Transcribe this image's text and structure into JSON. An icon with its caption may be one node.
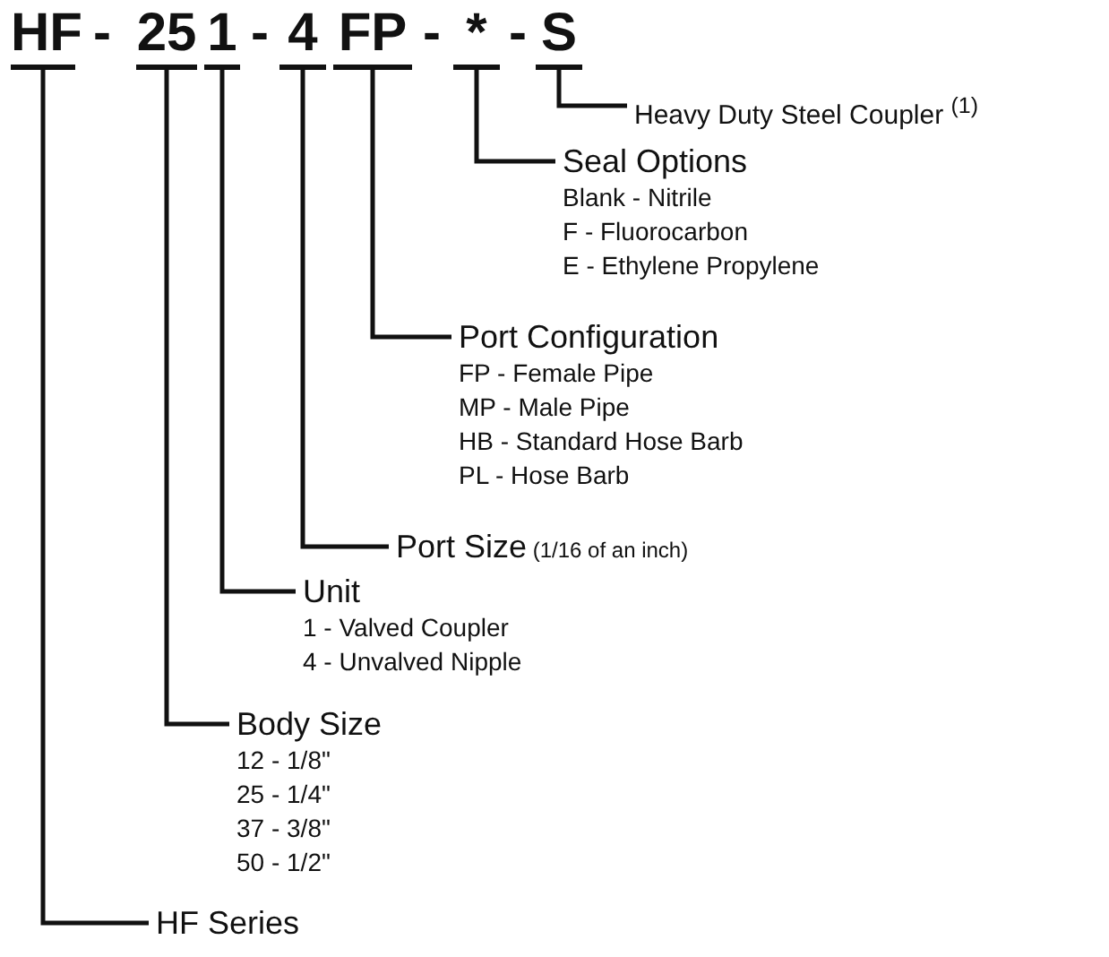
{
  "diagram": {
    "nodes": [
      {
        "text": [
          "HF"
        ]
      },
      {
        "text": [
          "25"
        ]
      },
      {
        "text": [
          "1"
        ]
      },
      {
        "text": [
          "4"
        ]
      },
      {
        "text": [
          "FP"
        ]
      },
      {
        "text": [
          "*"
        ]
      },
      {
        "text": [
          "S"
        ]
      },
      {
        "text": [
          "Heavy Duty Steel Coupler $^{(1)}$"
        ]
      },
      {
        "text": [
          "Seal Options",
          "Blank - Nitrile",
          "F - Fluorocarbon",
          "E - Ethylene Propylene"
        ]
      },
      {
        "text": [
          "Port Configuration",
          "FP - Female Pipe",
          "MP - Male Pipe",
          "HB - Standard Hose Barb",
          "PL - Hose Barb"
        ]
      },
      {
        "text": [
          "Port Size",
          "(1/16 of an inch)"
        ]
      },
      {
        "text": [
          "Unit",
          "1 - Valved Coupler",
          "4 - Unvalved Nipple"
        ]
      },
      {
        "text": [
          "Body Size",
          "12 - 1/8\"",
          "25 - 1/4\"",
          "37 - 3/8\"",
          "50 - 1/2\""
        ]
      },
      {
        "text": [
          "HF Series"
        ]
      }
    ],
    "edges": [
      {
        "from": 6,
        "to": 7,
        "arrow": "none"
      },
      {
        "from": 5,
        "to": 8,
        "arrow": "none"
      },
      {
        "from": 4,
        "to": 9,
        "arrow": "none"
      },
      {
        "from": 3,
        "to": 10,
        "arrow": "none"
      },
      {
        "from": 2,
        "to": 11,
        "arrow": "none"
      },
      {
        "from": 1,
        "to": 12,
        "arrow": "none"
      },
      {
        "from": 0,
        "to": 13,
        "arrow": "none"
      }
    ],
    "labels": [
      "-",
      "-",
      "-",
      "-"
    ]
  }
}
